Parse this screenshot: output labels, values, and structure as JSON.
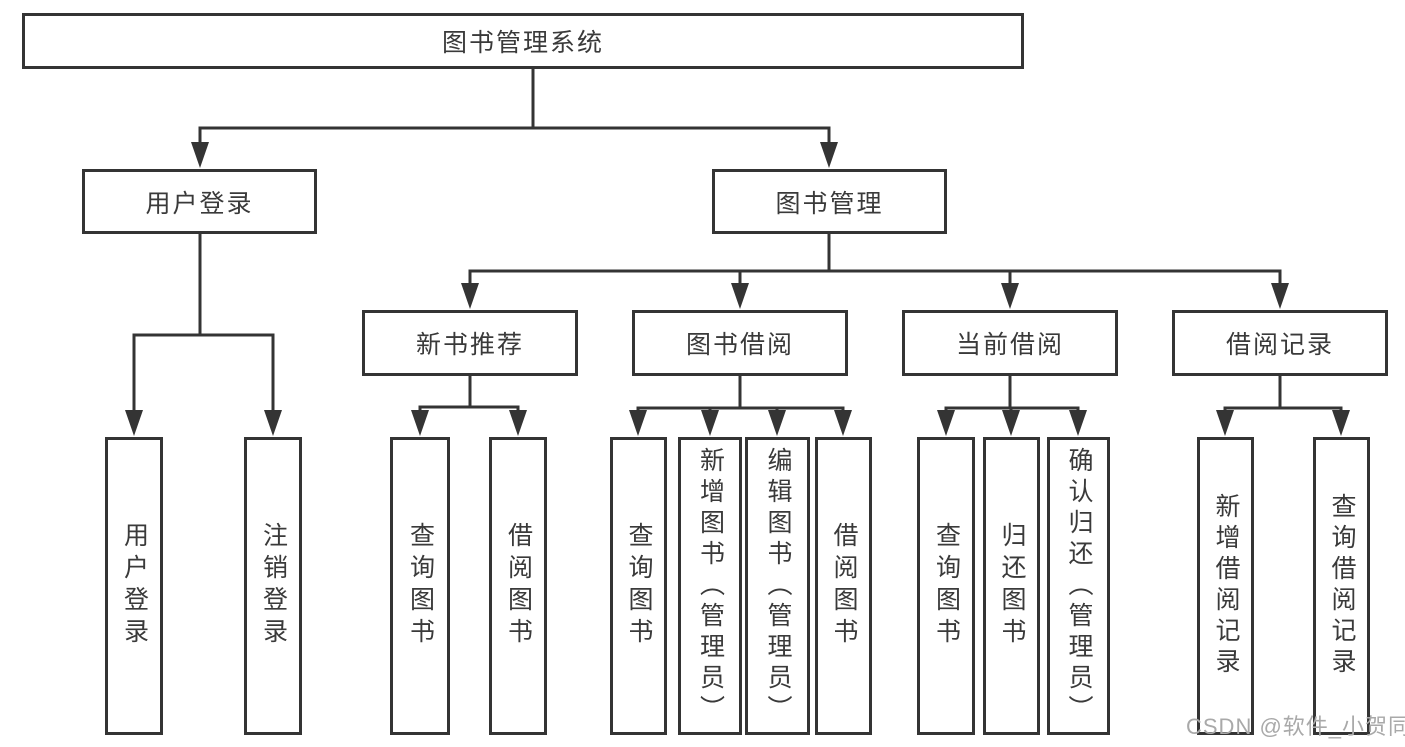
{
  "diagram": {
    "root": "图书管理系统",
    "branches": [
      {
        "label": "用户登录",
        "children": [
          "用户登录",
          "注销登录"
        ]
      },
      {
        "label": "图书管理",
        "groups": [
          {
            "label": "新书推荐",
            "children": [
              "查询图书",
              "借阅图书"
            ]
          },
          {
            "label": "图书借阅",
            "children": [
              "查询图书",
              "新增图书（管理员）",
              "编辑图书（管理员）",
              "借阅图书"
            ]
          },
          {
            "label": "当前借阅",
            "children": [
              "查询图书",
              "归还图书",
              "确认归还（管理员）"
            ]
          },
          {
            "label": "借阅记录",
            "children": [
              "新增借阅记录",
              "查询借阅记录"
            ]
          }
        ]
      }
    ]
  },
  "watermark": "CSDN @软件_小贺同学",
  "colors": {
    "line": "#343434",
    "box_border": "#343434",
    "box_fill": "#ffffff",
    "text": "#3a3a3a",
    "watermark": "#a9a9a9",
    "background": "#ffffff"
  }
}
